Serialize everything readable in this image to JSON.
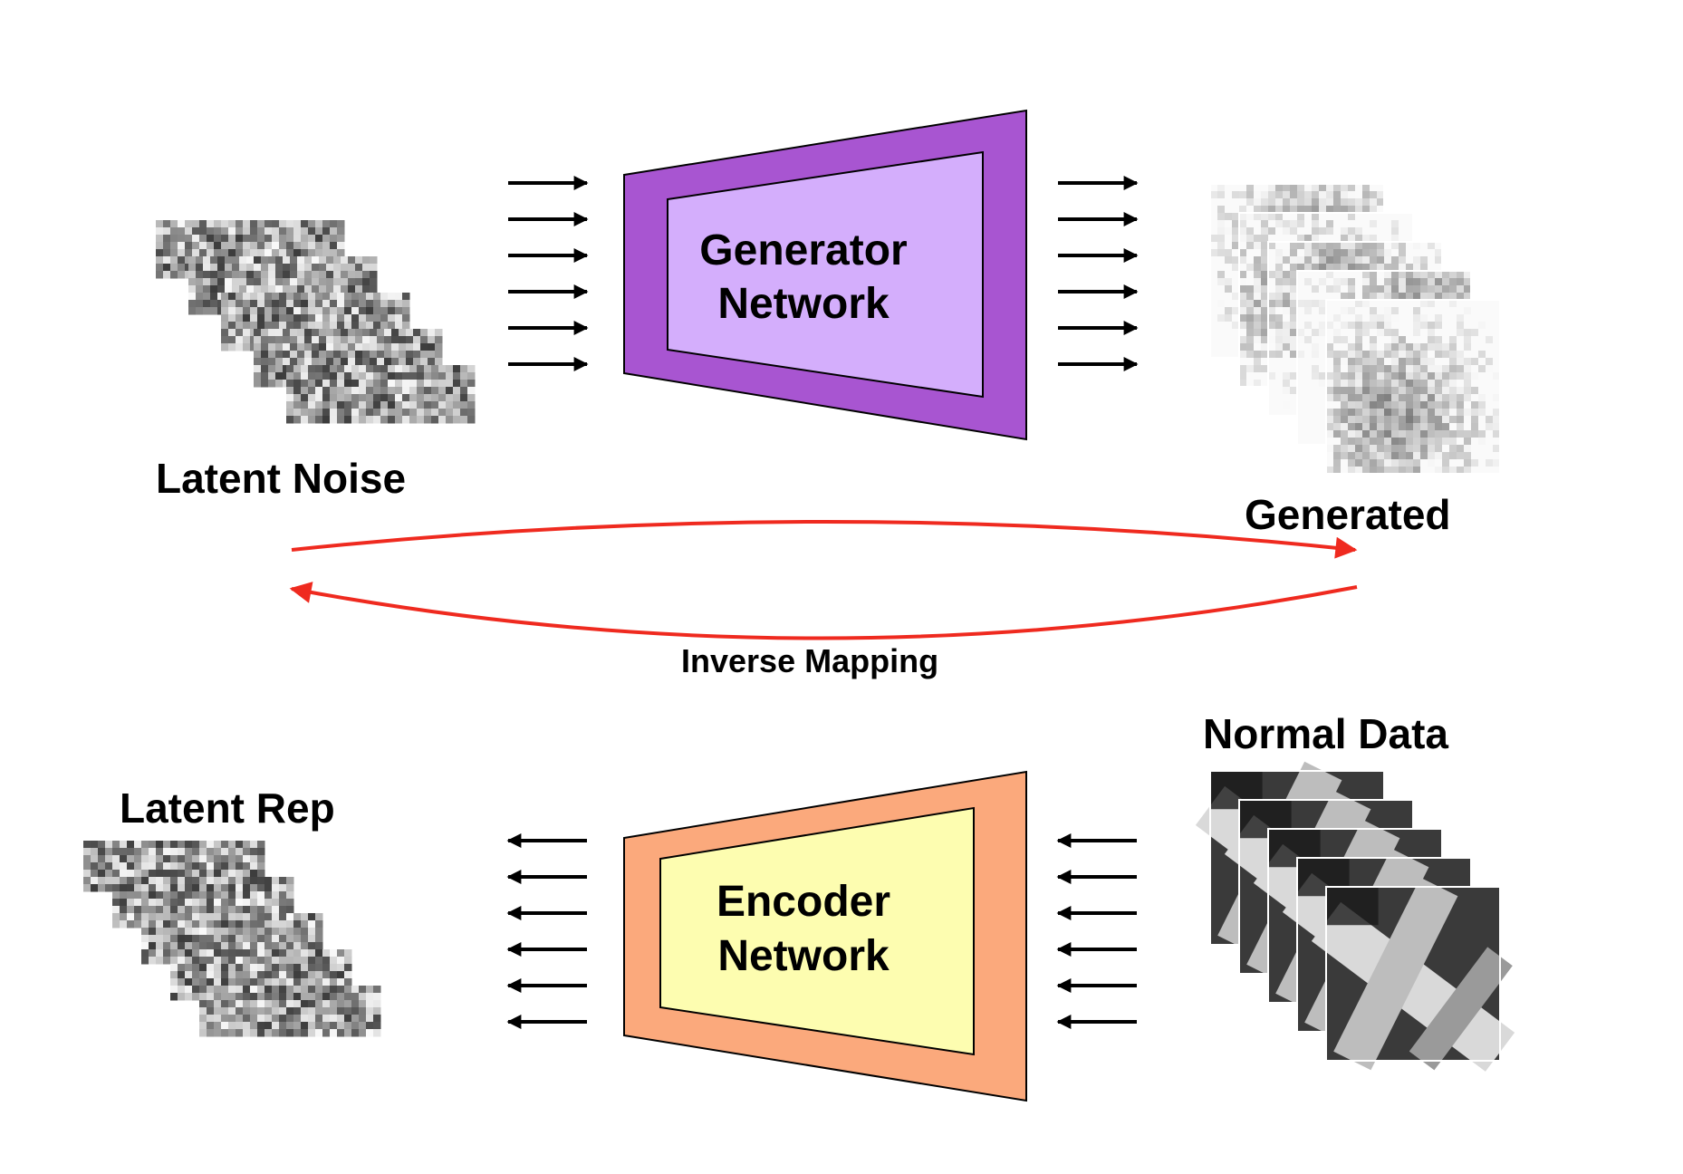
{
  "labels": {
    "latent_noise": "Latent Noise",
    "generated": "Generated",
    "inverse_mapping": "Inverse Mapping",
    "normal_data": "Normal Data",
    "latent_rep": "Latent Rep"
  },
  "generator": {
    "line1": "Generator",
    "line2": "Network",
    "outer_color": "#a855d1",
    "inner_color": "#d4aefc"
  },
  "encoder": {
    "line1": "Encoder",
    "line2": "Network",
    "outer_color": "#fba97c",
    "inner_color": "#fdfdb0"
  },
  "colors": {
    "mapping_arrow": "#ef2a1f",
    "flow_arrow": "#000000"
  },
  "icons": {
    "noise": "noise-grid-icon",
    "generated": "generated-image-stack-icon",
    "normal": "normal-image-stack-icon"
  }
}
